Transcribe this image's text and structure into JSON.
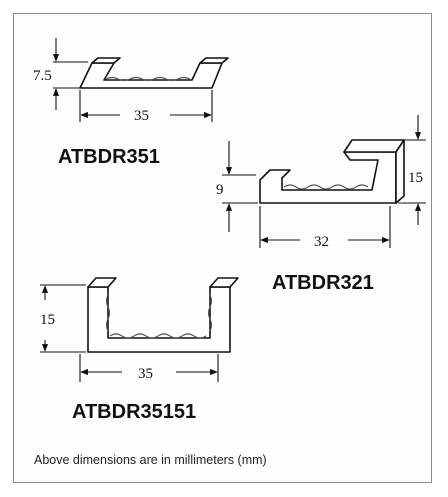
{
  "profiles": [
    {
      "part_number": "ATBDR351",
      "height": "7.5",
      "width": "35"
    },
    {
      "part_number": "ATBDR321",
      "height_inner": "9",
      "height_outer": "15",
      "width": "32"
    },
    {
      "part_number": "ATBDR35151",
      "height": "15",
      "width": "35"
    }
  ],
  "footnote": "Above dimensions are in millimeters (mm)"
}
